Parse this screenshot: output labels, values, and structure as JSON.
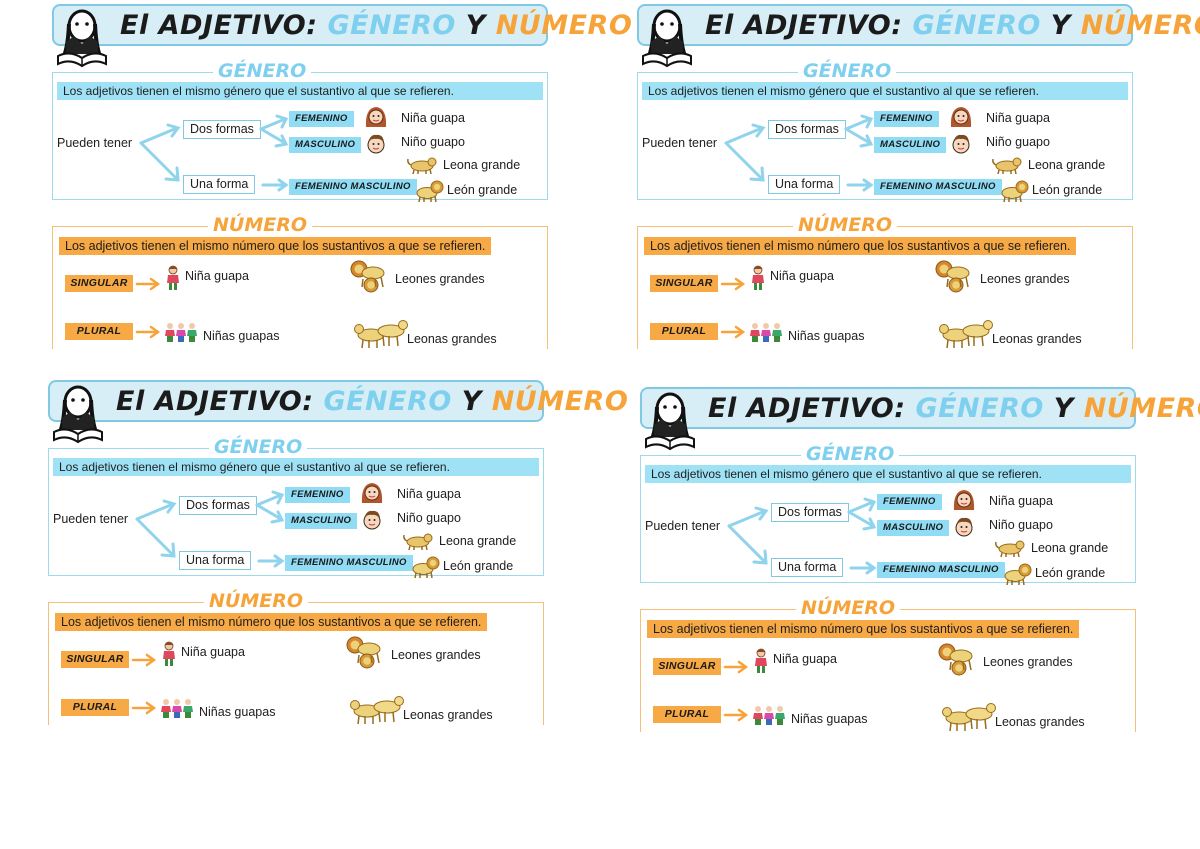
{
  "cards": [
    {
      "title": {
        "main": "El ADJETIVO:",
        "genero": "GÉNERO",
        "y": "Y",
        "numero": "NÚMERO"
      },
      "genero": {
        "heading": "GÉNERO",
        "rule": "Los adjetivos tienen el mismo género que el sustantivo al que se refieren.",
        "pueden_tener": "Pueden tener",
        "dos_formas": "Dos formas",
        "una_forma": "Una forma",
        "femenino": "FEMENINO",
        "masculino": "MASCULINO",
        "femenino_masculino": "FEMENINO MASCULINO",
        "ex_nina": "Niña guapa",
        "ex_nino": "Niño guapo",
        "ex_leona": "Leona grande",
        "ex_leon": "León grande"
      },
      "numero": {
        "heading": "NÚMERO",
        "rule": "Los adjetivos tienen el mismo número que los sustantivos a que se refieren.",
        "singular": "SINGULAR",
        "plural": "PLURAL",
        "ex_nina": "Niña guapa",
        "ex_leones": "Leones grandes",
        "ex_ninas": "Niñas guapas",
        "ex_leonas": "Leonas grandes"
      }
    },
    {
      "title": {
        "main": "El ADJETIVO:",
        "genero": "GÉNERO",
        "y": "Y",
        "numero": "NÚMERO"
      },
      "genero": {
        "heading": "GÉNERO",
        "rule": "Los adjetivos tienen el mismo género que el sustantivo al que se refieren.",
        "pueden_tener": "Pueden tener",
        "dos_formas": "Dos formas",
        "una_forma": "Una forma",
        "femenino": "FEMENINO",
        "masculino": "MASCULINO",
        "femenino_masculino": "FEMENINO MASCULINO",
        "ex_nina": "Niña guapa",
        "ex_nino": "Niño guapo",
        "ex_leona": "Leona grande",
        "ex_leon": "León grande"
      },
      "numero": {
        "heading": "NÚMERO",
        "rule": "Los adjetivos tienen el mismo número que los sustantivos a que se refieren.",
        "singular": "SINGULAR",
        "plural": "PLURAL",
        "ex_nina": "Niña guapa",
        "ex_leones": "Leones grandes",
        "ex_ninas": "Niñas guapas",
        "ex_leonas": "Leonas grandes"
      }
    },
    {
      "title": {
        "main": "El ADJETIVO:",
        "genero": "GÉNERO",
        "y": "Y",
        "numero": "NÚMERO"
      },
      "genero": {
        "heading": "GÉNERO",
        "rule": "Los adjetivos tienen el mismo género que el sustantivo al que se refieren.",
        "pueden_tener": "Pueden tener",
        "dos_formas": "Dos formas",
        "una_forma": "Una forma",
        "femenino": "FEMENINO",
        "masculino": "MASCULINO",
        "femenino_masculino": "FEMENINO MASCULINO",
        "ex_nina": "Niña guapa",
        "ex_nino": "Niño guapo",
        "ex_leona": "Leona grande",
        "ex_leon": "León grande"
      },
      "numero": {
        "heading": "NÚMERO",
        "rule": "Los adjetivos tienen el mismo número que los sustantivos a que se refieren.",
        "singular": "SINGULAR",
        "plural": "PLURAL",
        "ex_nina": "Niña guapa",
        "ex_leones": "Leones grandes",
        "ex_ninas": "Niñas guapas",
        "ex_leonas": "Leonas grandes"
      }
    },
    {
      "title": {
        "main": "El ADJETIVO:",
        "genero": "GÉNERO",
        "y": "Y",
        "numero": "NÚMERO"
      },
      "genero": {
        "heading": "GÉNERO",
        "rule": "Los adjetivos tienen el mismo género que el sustantivo al que se refieren.",
        "pueden_tener": "Pueden tener",
        "dos_formas": "Dos formas",
        "una_forma": "Una forma",
        "femenino": "FEMENINO",
        "masculino": "MASCULINO",
        "femenino_masculino": "FEMENINO MASCULINO",
        "ex_nina": "Niña guapa",
        "ex_nino": "Niño guapo",
        "ex_leona": "Leona grande",
        "ex_leon": "León grande"
      },
      "numero": {
        "heading": "NÚMERO",
        "rule": "Los adjetivos tienen el mismo número que los sustantivos a que se refieren.",
        "singular": "SINGULAR",
        "plural": "PLURAL",
        "ex_nina": "Niña guapa",
        "ex_leones": "Leones grandes",
        "ex_ninas": "Niñas guapas",
        "ex_leonas": "Leonas grandes"
      }
    }
  ],
  "colors": {
    "blue_accent": "#7fd0ee",
    "blue_fill": "#9fe2f6",
    "orange_accent": "#f6a43a",
    "orange_fill": "#f7a945"
  }
}
